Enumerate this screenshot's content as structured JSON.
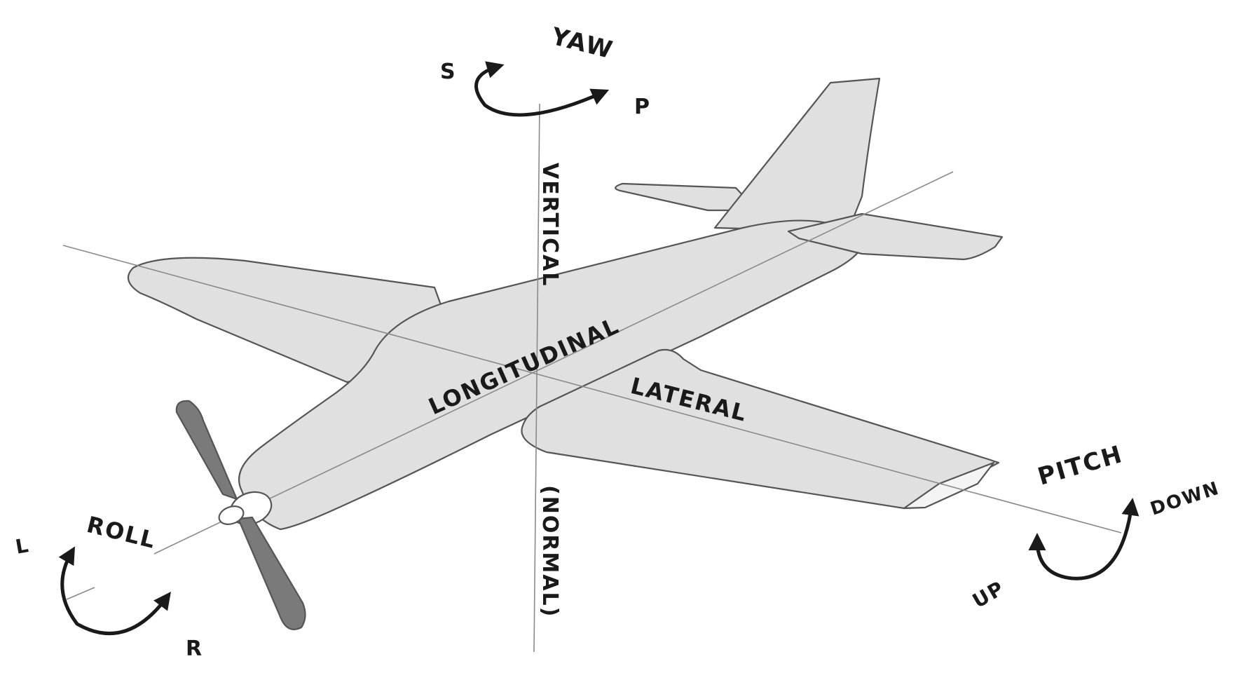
{
  "axes": {
    "vertical": "VERTICAL",
    "normal": "(NORMAL)",
    "longitudinal": "LONGITUDINAL",
    "lateral": "LATERAL"
  },
  "rotations": {
    "yaw": {
      "label": "YAW",
      "left": "S",
      "right": "P"
    },
    "roll": {
      "label": "ROLL",
      "left": "L",
      "right": "R"
    },
    "pitch": {
      "label": "PITCH",
      "up": "UP",
      "down": "DOWN"
    }
  },
  "colors": {
    "body_fill": "#e0e0e0",
    "propeller_fill": "#7a7a7a",
    "ink": "#1a1a1a",
    "axis_line": "#8a8a8a"
  }
}
